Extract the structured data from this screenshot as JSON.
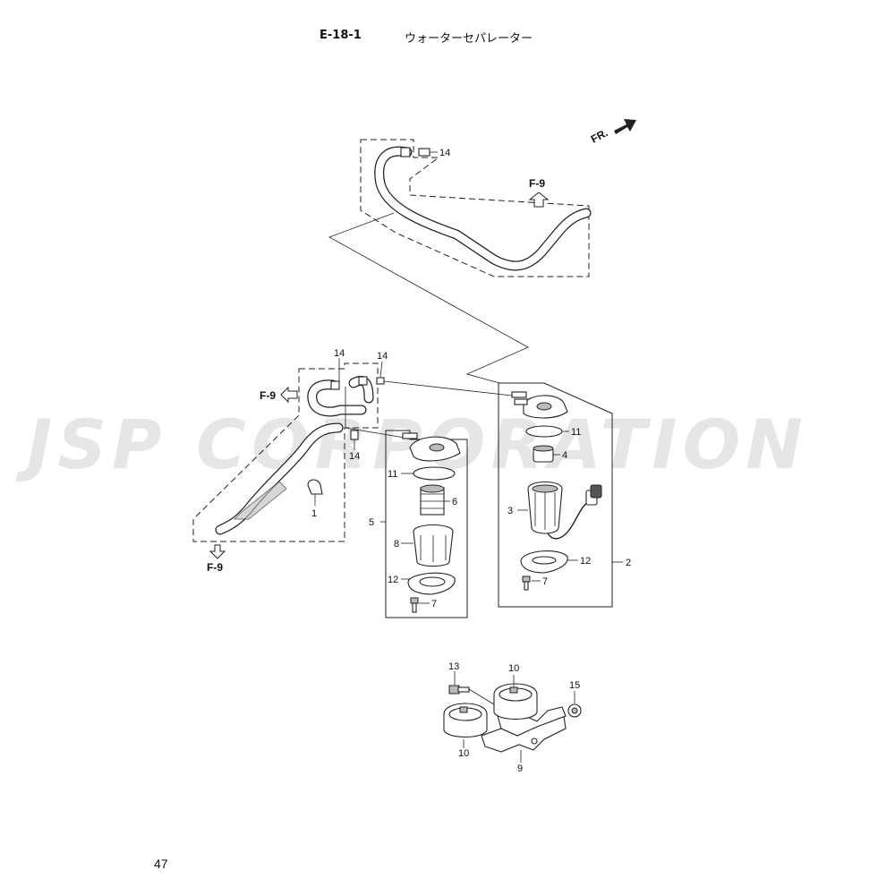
{
  "header": {
    "code": "E-18-1",
    "title": "ウォーターセパレーター"
  },
  "page_number": "47",
  "watermark": "JSP CORPORATION",
  "direction": {
    "label": "FR."
  },
  "refs": {
    "f9_top": "F-9",
    "f9_left": "F-9",
    "f9_bottom": "F-9"
  },
  "callouts": {
    "c14_top": "14",
    "c14_a": "14",
    "c14_b": "14",
    "c14_c": "14",
    "c1": "1",
    "c11_left": "11",
    "c6": "6",
    "c5": "5",
    "c8": "8",
    "c12_left": "12",
    "c7_left": "7",
    "c11_right": "11",
    "c4": "4",
    "c3": "3",
    "c12_right": "12",
    "c7_right": "7",
    "c2": "2",
    "c13": "13",
    "c10_top": "10",
    "c15": "15",
    "c10_bottom": "10",
    "c9": "9"
  }
}
